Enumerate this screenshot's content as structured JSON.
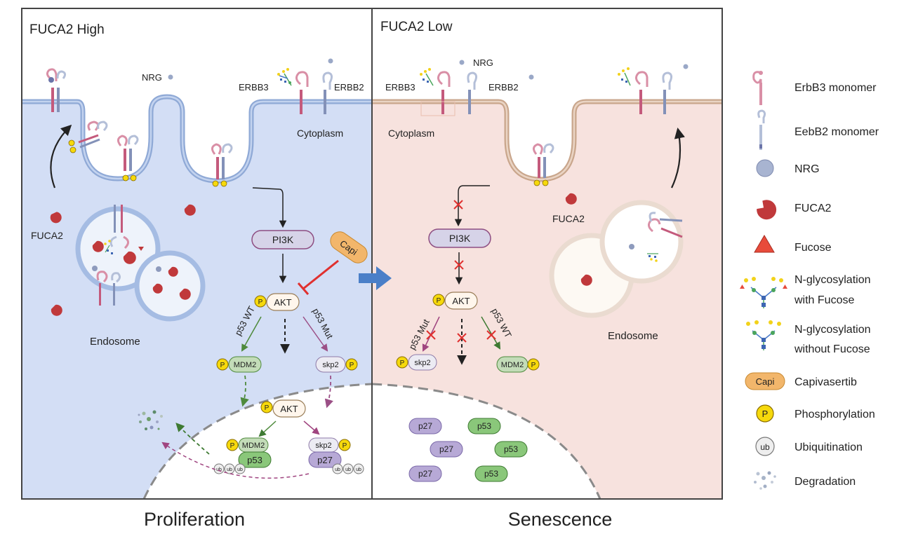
{
  "panels": {
    "left_title": "FUCA2 High",
    "right_title": "FUCA2 Low",
    "left_caption": "Proliferation",
    "right_caption": "Senescence"
  },
  "left": {
    "nrg": "NRG",
    "erbb3": "ERBB3",
    "erbb2": "ERBB2",
    "cytoplasm": "Cytoplasm",
    "fuca2": "FUCA2",
    "endosome": "Endosome",
    "pi3k": "PI3K",
    "capi": "Capi",
    "akt": "AKT",
    "p53wt": "p53 WT",
    "p53mut": "p53 Mut",
    "mdm2": "MDM2",
    "skp2": "skp2",
    "p": "P",
    "nuc_akt": "AKT",
    "nuc_mdm2": "MDM2",
    "nuc_p53": "p53",
    "nuc_skp2": "skp2",
    "nuc_p27": "p27",
    "ub": "ub"
  },
  "right": {
    "nrg": "NRG",
    "erbb3": "ERBB3",
    "erbb2": "ERBB2",
    "cytoplasm": "Cytoplasm",
    "fuca2": "FUCA2",
    "endosome": "Endosome",
    "pi3k": "PI3K",
    "akt": "AKT",
    "p53mut": "p53 Mut",
    "p53wt": "p53 WT",
    "skp2": "skp2",
    "mdm2": "MDM2",
    "p27": "p27",
    "p53": "p53"
  },
  "legend": {
    "items": [
      {
        "label": "ErbB3 monomer",
        "icon": "erbb3-monomer-icon"
      },
      {
        "label": "EebB2 monomer",
        "icon": "erbb2-monomer-icon"
      },
      {
        "label": "NRG",
        "icon": "nrg-sphere-icon"
      },
      {
        "label": "FUCA2",
        "icon": "fuca2-pacman-icon"
      },
      {
        "label": "Fucose",
        "icon": "fucose-triangle-icon"
      },
      {
        "label": "N-glycosylation",
        "label2": "with Fucose",
        "icon": "glycan-with-fucose-icon"
      },
      {
        "label": "N-glycosylation",
        "label2": "without Fucose",
        "icon": "glycan-without-fucose-icon"
      },
      {
        "label": "Capivasertib",
        "icon": "capi-pill-icon",
        "badge": "Capi"
      },
      {
        "label": "Phosphorylation",
        "icon": "phospho-icon",
        "badge": "P"
      },
      {
        "label": "Ubiquitination",
        "icon": "ubiquitin-icon",
        "badge": "ub"
      },
      {
        "label": "Degradation",
        "icon": "degradation-icon"
      }
    ]
  },
  "colors": {
    "left_bg": "#d3def5",
    "right_bg": "#f7e2de",
    "membrane_left": "#8fa9d6",
    "membrane_right": "#c9a68c",
    "pi3k": "#d6d3e8",
    "fuca2": "#c0393b",
    "capi": "#f2b66b",
    "phospho": "#f6d90c",
    "p53_green": "#8ac77a",
    "p27_purple": "#b7a9d6",
    "inhibit_red": "#e0302f",
    "arrow_blue": "#4a7fc8"
  }
}
